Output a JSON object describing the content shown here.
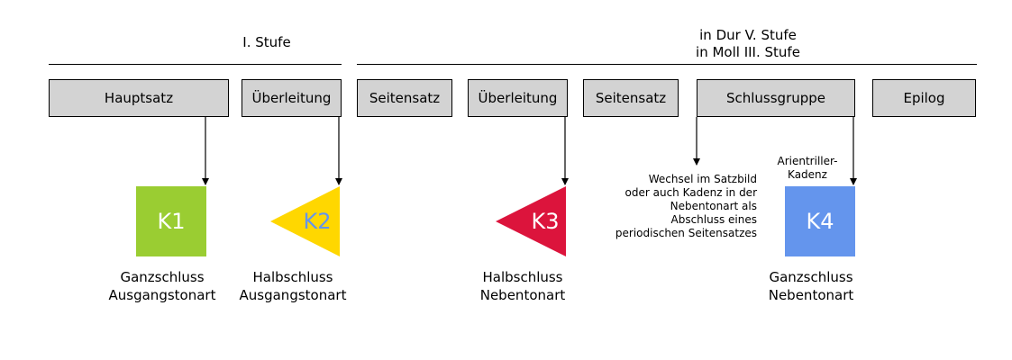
{
  "headers": {
    "tonic_stage": "I. Stufe",
    "second_stage_line1": "in Dur V. Stufe",
    "second_stage_line2": "in Moll III. Stufe"
  },
  "sections": [
    {
      "label": "Hauptsatz"
    },
    {
      "label": "Überleitung"
    },
    {
      "label": "Seitensatz"
    },
    {
      "label": "Überleitung"
    },
    {
      "label": "Seitensatz"
    },
    {
      "label": "Schlussgruppe"
    },
    {
      "label": "Epilog"
    }
  ],
  "cadences": [
    {
      "label": "K1",
      "shape": "square",
      "fill": "#9acd32",
      "text_color": "#ffffff",
      "caption_line1": "Ganzschluss",
      "caption_line2": "Ausgangstonart"
    },
    {
      "label": "K2",
      "shape": "triangle-left",
      "fill": "#ffd700",
      "text_color": "#6495ed",
      "caption_line1": "Halbschluss",
      "caption_line2": "Ausgangstonart"
    },
    {
      "label": "K3",
      "shape": "triangle-left",
      "fill": "#dc143c",
      "text_color": "#ffffff",
      "caption_line1": "Halbschluss",
      "caption_line2": "Nebentonart"
    },
    {
      "label": "K4",
      "shape": "square",
      "fill": "#6495ed",
      "text_color": "#ffffff",
      "caption_line1": "Ganzschluss",
      "caption_line2": "Nebentonart"
    }
  ],
  "notes": {
    "schlussgruppe_left": [
      "Wechsel im Satzbild",
      "oder auch Kadenz in der",
      "Nebentonart als",
      "Abschluss eines",
      "periodischen Seitensatzes"
    ],
    "schlussgruppe_right": [
      "Arientriller-",
      "Kadenz"
    ]
  }
}
